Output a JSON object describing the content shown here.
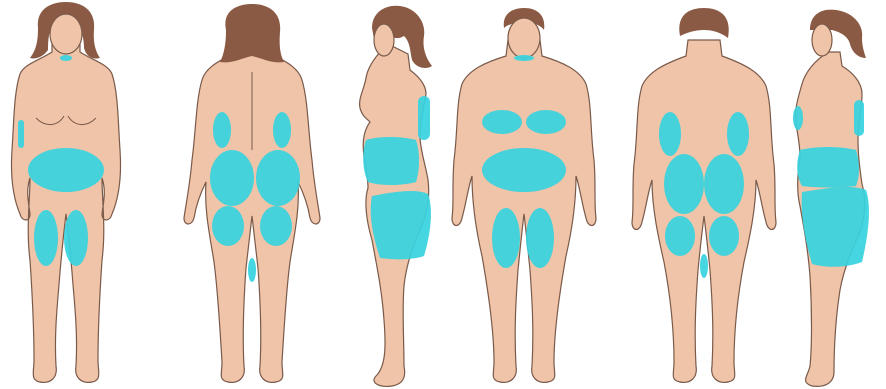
{
  "colors": {
    "skin": "#efc4a8",
    "skin_outline": "#7a5a4a",
    "hair_female": "#8a5a44",
    "hair_male": "#8a5a44",
    "zone": "#36d2e0",
    "background": "#ffffff"
  },
  "figures": [
    {
      "name": "female-front",
      "zones": [
        "waist",
        "left-thigh",
        "right-thigh",
        "left-side"
      ]
    },
    {
      "name": "female-back",
      "zones": [
        "upper-back-left",
        "upper-back-right",
        "left-buttock",
        "right-buttock",
        "left-rear-thigh",
        "right-rear-thigh",
        "inner-knee"
      ]
    },
    {
      "name": "female-side",
      "zones": [
        "back-flank",
        "abdomen",
        "hip-and-thigh"
      ]
    },
    {
      "name": "male-front",
      "zones": [
        "left-chest",
        "right-chest",
        "abdomen",
        "left-thigh",
        "right-thigh",
        "chin"
      ]
    },
    {
      "name": "male-back",
      "zones": [
        "upper-back-left",
        "upper-back-right",
        "left-buttock",
        "right-buttock",
        "left-rear-thigh",
        "right-rear-thigh"
      ]
    },
    {
      "name": "male-side",
      "zones": [
        "chest",
        "back-flank",
        "abdomen",
        "hip-and-thigh"
      ]
    }
  ]
}
